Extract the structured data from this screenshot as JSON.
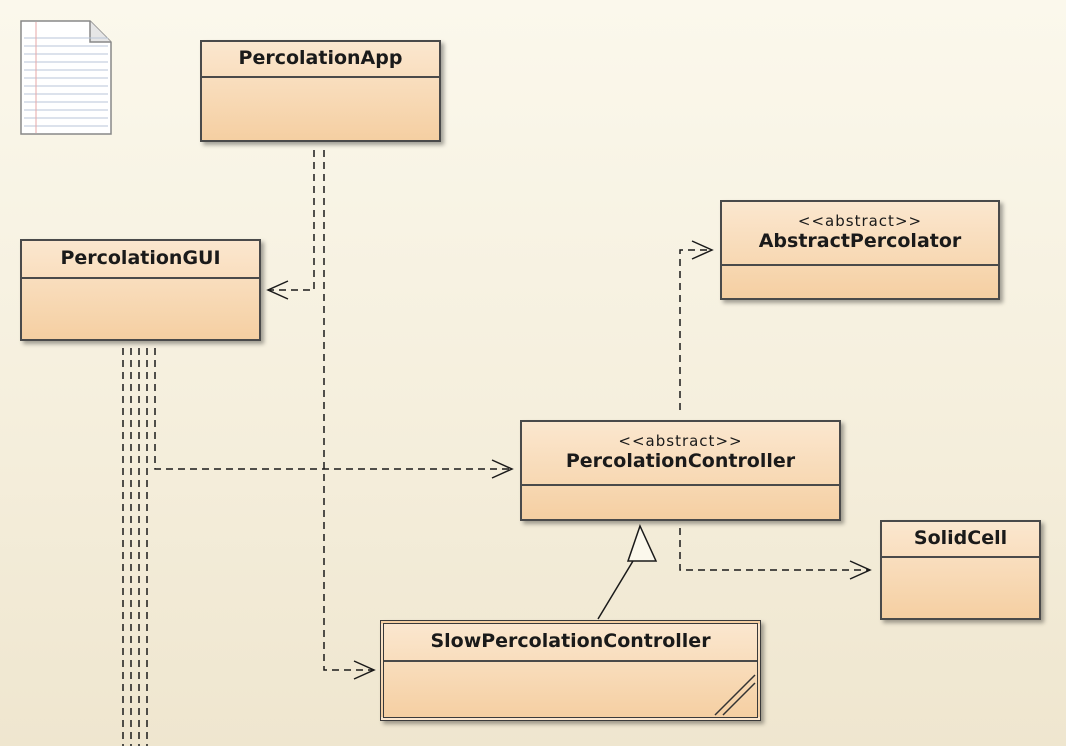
{
  "diagram": {
    "classes": {
      "percolation_app": {
        "name": "PercolationApp",
        "stereotype": ""
      },
      "percolation_gui": {
        "name": "PercolationGUI",
        "stereotype": ""
      },
      "abstract_percolator": {
        "name": "AbstractPercolator",
        "stereotype": "<<abstract>>"
      },
      "percolation_controller": {
        "name": "PercolationController",
        "stereotype": "<<abstract>>"
      },
      "solid_cell": {
        "name": "SolidCell",
        "stereotype": ""
      },
      "slow_percolation_controller": {
        "name": "SlowPercolationController",
        "stereotype": ""
      }
    },
    "relations": [
      {
        "from": "PercolationApp",
        "to": "PercolationGUI",
        "kind": "dependency"
      },
      {
        "from": "PercolationApp",
        "to": "SlowPercolationController",
        "kind": "dependency"
      },
      {
        "from": "PercolationGUI",
        "to": "PercolationController",
        "kind": "dependency"
      },
      {
        "from": "PercolationController",
        "to": "AbstractPercolator",
        "kind": "dependency"
      },
      {
        "from": "PercolationController",
        "to": "SolidCell",
        "kind": "dependency"
      },
      {
        "from": "SlowPercolationController",
        "to": "PercolationController",
        "kind": "generalization"
      }
    ],
    "colors": {
      "class_fill_top": "#fbe7cf",
      "class_fill_bottom": "#f5cfa2",
      "line": "#1a1a1a"
    }
  }
}
